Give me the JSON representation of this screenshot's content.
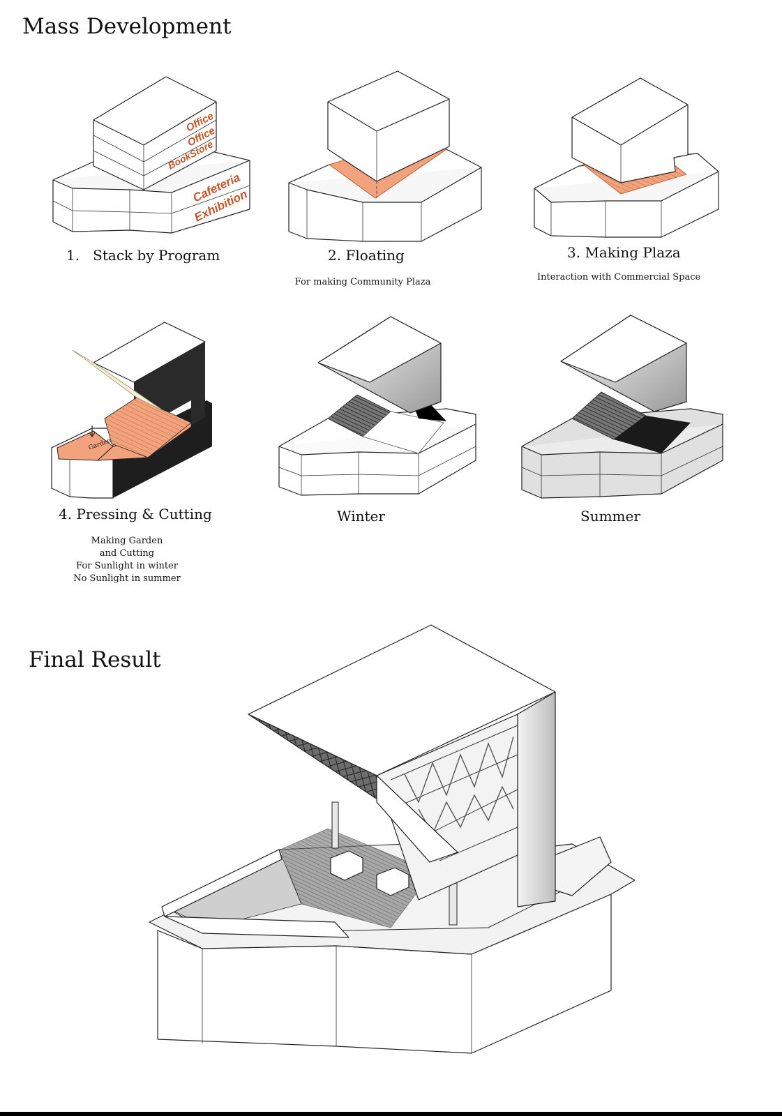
{
  "sections": {
    "mass_development": "Mass Development",
    "final_result": "Final Result"
  },
  "steps": [
    {
      "number": "1.",
      "title": "Stack by Program",
      "notes": []
    },
    {
      "number": "2.",
      "title": "Floating",
      "notes": [
        "For making Community Plaza"
      ]
    },
    {
      "number": "3.",
      "title": "Making Plaza",
      "notes": [
        "Interaction with Commercial Space"
      ]
    },
    {
      "number": "4.",
      "title": "Pressing & Cutting",
      "notes": [
        "Making Garden",
        "and Cutting",
        "For Sunlight in winter",
        "No Sunlight in summer"
      ]
    }
  ],
  "studies": {
    "winter": "Winter",
    "summer": "Summer"
  },
  "program_labels": [
    "Office",
    "Office",
    "BookStore",
    "Cafeteria",
    "Exhibition"
  ],
  "garden_label": "Garden",
  "colors": {
    "accent": "#f2a27d",
    "program_text": "#c4562a",
    "shadow": "#2b2b2b"
  }
}
